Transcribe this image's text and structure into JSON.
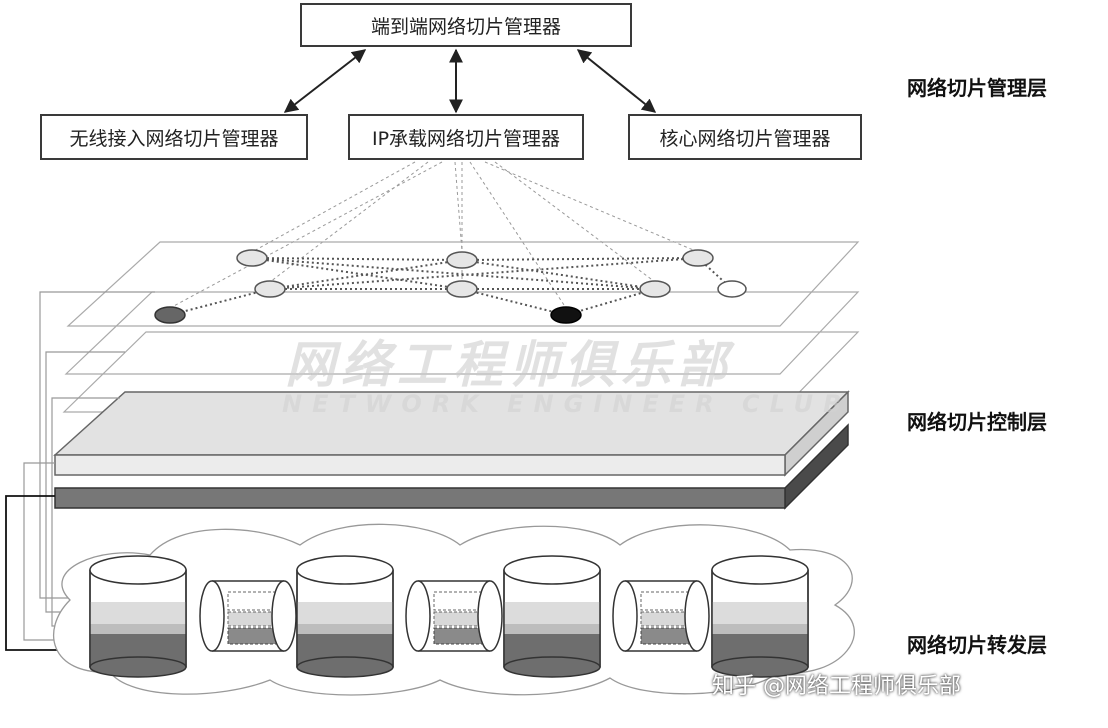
{
  "managers": {
    "top": "端到端网络切片管理器",
    "wireless": "无线接入网络切片管理器",
    "ip": "IP承载网络切片管理器",
    "core": "核心网络切片管理器"
  },
  "layers": {
    "management": "网络切片管理层",
    "control": "网络切片控制层",
    "forwarding": "网络切片转发层"
  },
  "watermark": {
    "cn": "网络工程师俱乐部",
    "en": "NETWORK ENGINEER CLUB"
  },
  "credit": "知乎 @网络工程师俱乐部",
  "colors": {
    "line": "#3a3a3a",
    "dotted": "#555555",
    "node_light": "#e6e6e6",
    "node_dark": "#555555",
    "node_black": "#111111",
    "slab_light": "#d9d9d9",
    "slab_dark": "#777777"
  }
}
